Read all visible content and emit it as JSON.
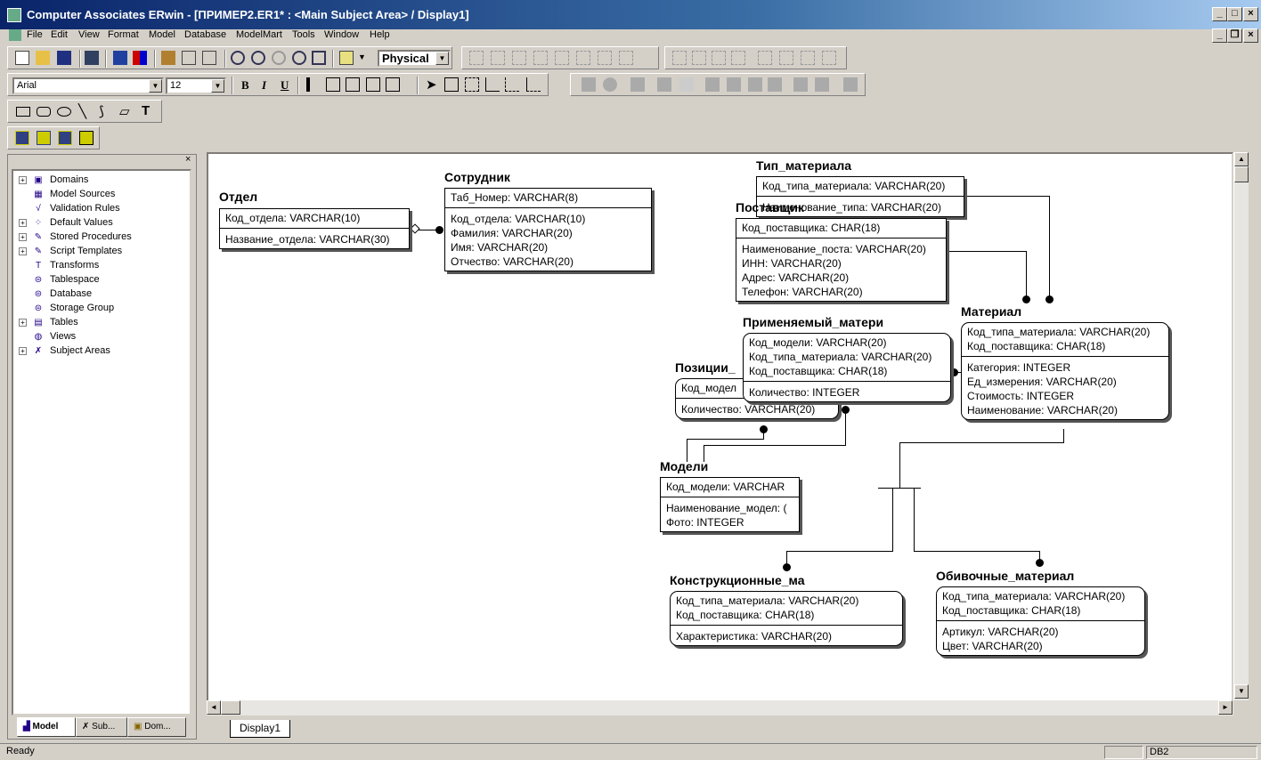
{
  "window": {
    "title": "Computer Associates ERwin - [ПРИМЕР2.ER1* : <Main Subject Area> / Display1]"
  },
  "menu": [
    "File",
    "Edit",
    "View",
    "Format",
    "Model",
    "Database",
    "ModelMart",
    "Tools",
    "Window",
    "Help"
  ],
  "toolbar": {
    "mode": "Physical",
    "font": "Arial",
    "size": "12"
  },
  "tree": {
    "items": [
      "Domains",
      "Model Sources",
      "Validation Rules",
      "Default Values",
      "Stored Procedures",
      "Script Templates",
      "Transforms",
      "Tablespace",
      "Database",
      "Storage Group",
      "Tables",
      "Views",
      "Subject Areas"
    ],
    "tabs": [
      "Model",
      "Sub...",
      "Dom..."
    ]
  },
  "entities": {
    "otdel": {
      "name": "Отдел",
      "keys": [
        "Код_отдела: VARCHAR(10)"
      ],
      "attrs": [
        "Название_отдела: VARCHAR(30)"
      ]
    },
    "sotr": {
      "name": "Сотрудник",
      "keys": [
        "Таб_Номер: VARCHAR(8)"
      ],
      "attrs": [
        "Код_отдела: VARCHAR(10)",
        "Фамилия: VARCHAR(20)",
        "Имя: VARCHAR(20)",
        "Отчество: VARCHAR(20)"
      ]
    },
    "tip": {
      "name": "Тип_материала",
      "keys": [
        "Код_типа_материала: VARCHAR(20)"
      ],
      "attrs": [
        "Наименование_типа: VARCHAR(20)"
      ]
    },
    "post": {
      "name": "Поставщик",
      "keys": [
        "Код_поставщика: CHAR(18)"
      ],
      "attrs": [
        "Наименование_поста: VARCHAR(20)",
        "ИНН: VARCHAR(20)",
        "Адрес: VARCHAR(20)",
        "Телефон: VARCHAR(20)"
      ]
    },
    "prim": {
      "name": "Применяемый_матери",
      "keys": [
        "Код_модели: VARCHAR(20)",
        "Код_типа_материала: VARCHAR(20)",
        "Код_поставщика: CHAR(18)"
      ],
      "attrs": [
        "Количество: INTEGER"
      ]
    },
    "mat": {
      "name": "Материал",
      "keys": [
        "Код_типа_материала: VARCHAR(20)",
        "Код_поставщика: CHAR(18)"
      ],
      "attrs": [
        "Категория: INTEGER",
        "Ед_измерения: VARCHAR(20)",
        "Стоимость: INTEGER",
        "Наименование: VARCHAR(20)"
      ]
    },
    "poz": {
      "name": "Позиции_",
      "keys": [
        "Код_модел"
      ],
      "attrs": [
        "Количество: VARCHAR(20)"
      ]
    },
    "model": {
      "name": "Модели",
      "keys": [
        "Код_модели: VARCHAR"
      ],
      "attrs": [
        "Наименование_модел: (",
        "Фото: INTEGER"
      ]
    },
    "konst": {
      "name": "Конструкционные_ма",
      "keys": [
        "Код_типа_материала: VARCHAR(20)",
        "Код_поставщика: CHAR(18)"
      ],
      "attrs": [
        "Характеристика: VARCHAR(20)"
      ]
    },
    "obiv": {
      "name": "Обивочные_материал",
      "keys": [
        "Код_типа_материала: VARCHAR(20)",
        "Код_поставщика: CHAR(18)"
      ],
      "attrs": [
        "Артикул: VARCHAR(20)",
        "Цвет: VARCHAR(20)"
      ]
    }
  },
  "display_tab": "Display1",
  "status": {
    "text": "Ready",
    "db": "DB2"
  }
}
